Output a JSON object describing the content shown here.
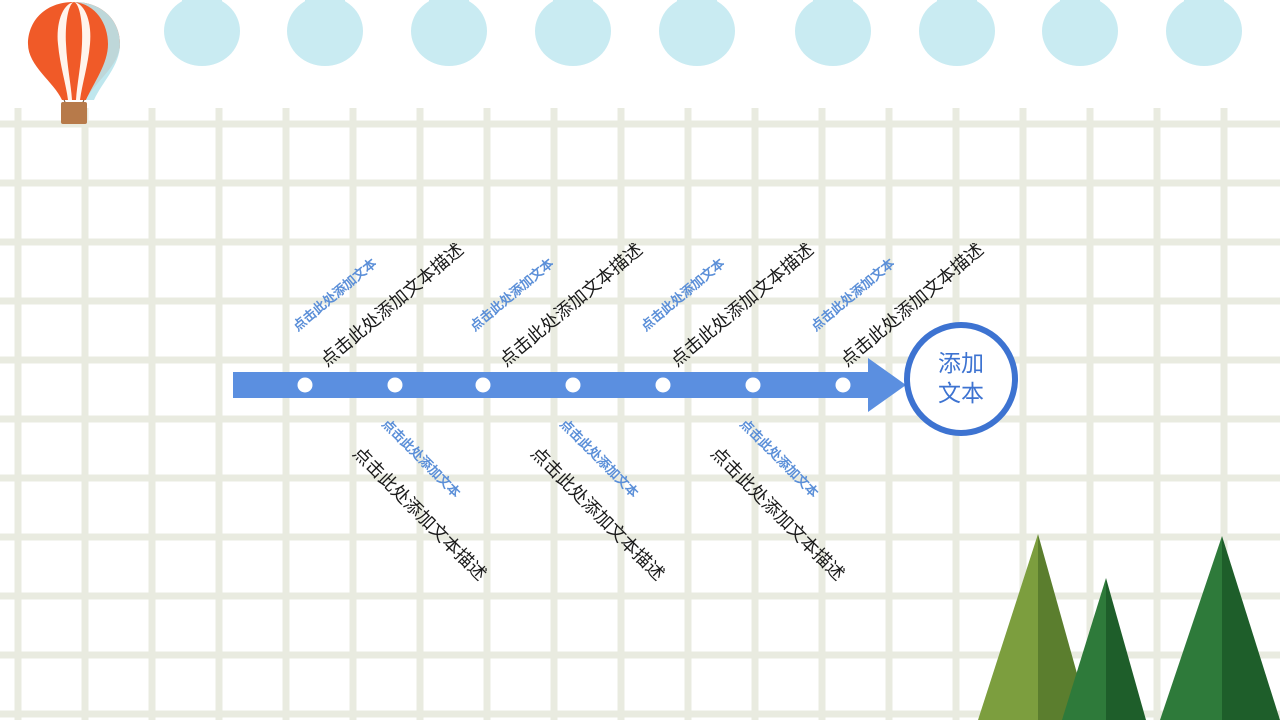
{
  "diagram": {
    "head_line1": "添加",
    "head_line2": "文本",
    "upper": [
      {
        "title": "点击此处添加文本",
        "desc": "点击此处添加文本描述"
      },
      {
        "title": "点击此处添加文本",
        "desc": "点击此处添加文本描述"
      },
      {
        "title": "点击此处添加文本",
        "desc": "点击此处添加文本描述"
      },
      {
        "title": "点击此处添加文本",
        "desc": "点击此处添加文本描述"
      }
    ],
    "lower": [
      {
        "title": "点击此处添加文本",
        "desc": "点击此处添加文本描述"
      },
      {
        "title": "点击此处添加文本",
        "desc": "点击此处添加文本描述"
      },
      {
        "title": "点击此处添加文本",
        "desc": "点击此处添加文本描述"
      }
    ]
  },
  "colors": {
    "arrow": "#5b8fe0",
    "circle": "#3d73d1",
    "title_blue": "#5b8fd8",
    "grid_line": "#e9ebe0",
    "scallop": "#c9ebf2"
  },
  "icons": [
    "hot-air-balloon-icon",
    "pine-tree-icon"
  ]
}
